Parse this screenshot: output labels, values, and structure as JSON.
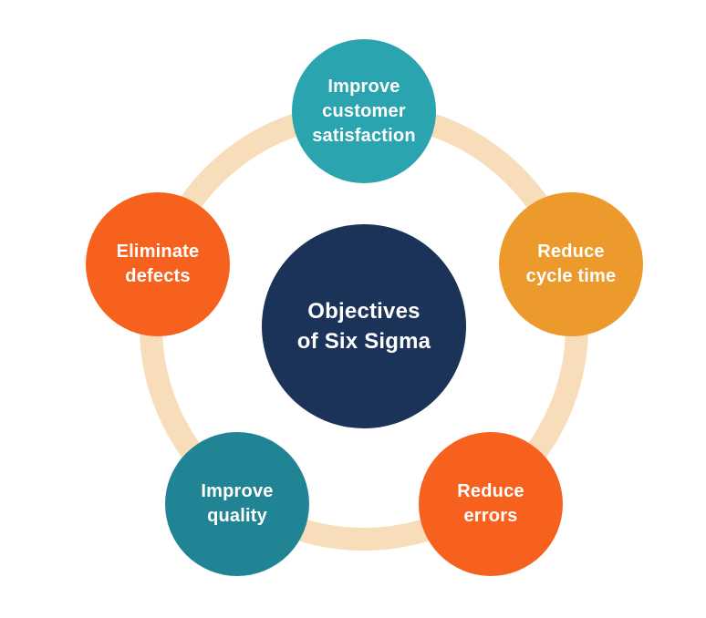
{
  "diagram": {
    "title": "Objectives of Six Sigma",
    "type": "cycle-diagram",
    "colors": {
      "background": "#FFFFFF",
      "ring": "#F8DDBA",
      "center_navy": "#1B3358",
      "teal": "#2AA4AF",
      "dark_teal": "#208494",
      "golden_orange": "#EC9A2C",
      "red_orange": "#F6621D",
      "label_text": "#FFFFFF"
    },
    "center": {
      "label": "Objectives\nof Six Sigma",
      "color": "#1B3358"
    },
    "nodes": [
      {
        "id": "improve-customer-satisfaction",
        "label": "Improve\ncustomer\nsatisfaction",
        "color": "#2AA4AF",
        "position": "top"
      },
      {
        "id": "reduce-cycle-time",
        "label": "Reduce\ncycle time",
        "color": "#EC9A2C",
        "position": "right"
      },
      {
        "id": "reduce-errors",
        "label": "Reduce\nerrors",
        "color": "#F6621D",
        "position": "bottom-right"
      },
      {
        "id": "improve-quality",
        "label": "Improve\nquality",
        "color": "#208494",
        "position": "bottom-left"
      },
      {
        "id": "eliminate-defects",
        "label": "Eliminate\ndefects",
        "color": "#F6621D",
        "position": "left"
      }
    ]
  }
}
